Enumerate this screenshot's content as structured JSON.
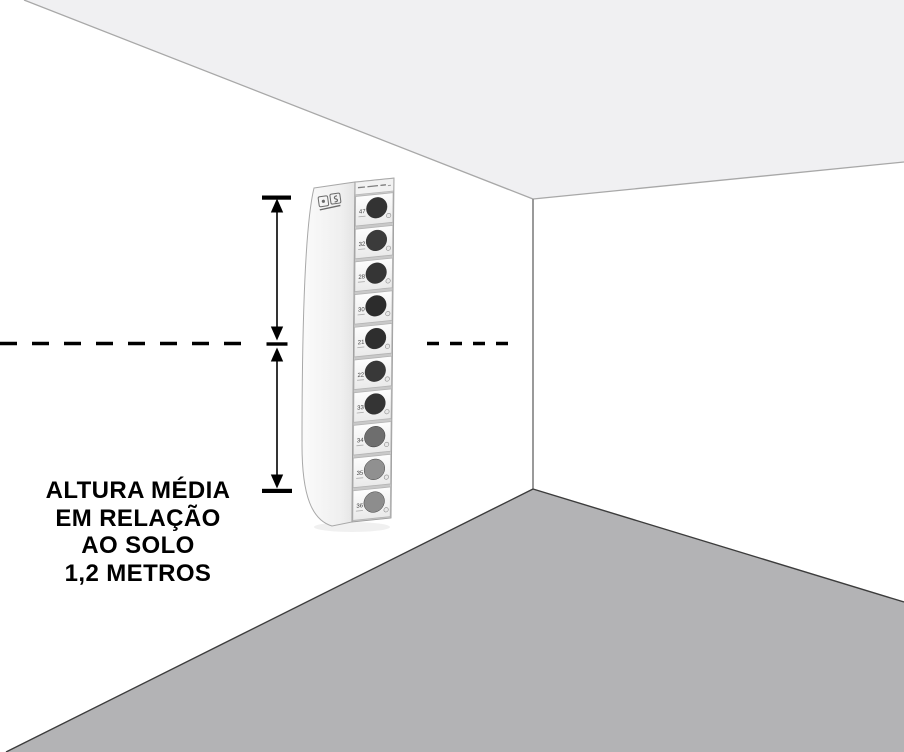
{
  "annotation": {
    "lines": [
      "ALTURA MÉDIA",
      "EM RELAÇÃO",
      "AO SOLO",
      "1,2 METROS"
    ]
  },
  "colors": {
    "wall": "#ffffff",
    "ceiling": "#f0f0f2",
    "floor": "#b3b3b5",
    "ink": "#000000",
    "edge_light": "#a8a8a8",
    "edge_dark": "#3c3c3c",
    "corner": "#8f8f8f"
  },
  "cabinet": {
    "compartments": [
      {
        "number": "47",
        "hole_color": "#333333"
      },
      {
        "number": "32",
        "hole_color": "#3b3b3b"
      },
      {
        "number": "28",
        "hole_color": "#353535"
      },
      {
        "number": "30",
        "hole_color": "#2c2c2c"
      },
      {
        "number": "21",
        "hole_color": "#2e2e2e"
      },
      {
        "number": "22",
        "hole_color": "#383838"
      },
      {
        "number": "33",
        "hole_color": "#343434"
      },
      {
        "number": "34",
        "hole_color": "#6e6e6e"
      },
      {
        "number": "35",
        "hole_color": "#909090"
      },
      {
        "number": "36",
        "hole_color": "#8d8d8d"
      }
    ]
  }
}
